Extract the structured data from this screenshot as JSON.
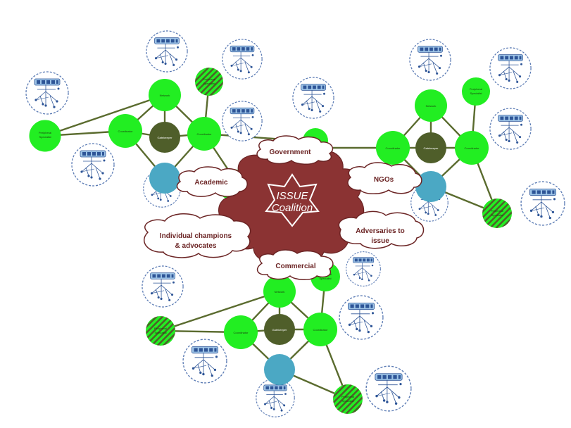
{
  "center": {
    "line1": "ISSUE",
    "line2": "Coalition",
    "fill": "#8b3333"
  },
  "clouds": {
    "government": "Government",
    "academic": "Academic",
    "ngos": "NGOs",
    "individual_line1": "Individual champions",
    "individual_line2": "& advocates",
    "adversaries_line1": "Adversaries to",
    "adversaries_line2": "issue",
    "commercial": "Commercial"
  },
  "nodes": {
    "network": "Network",
    "coordinator": "Coordinator",
    "gatekeeper": "Gatekeeper",
    "peripheral": "Peripheral",
    "specialist": "Specialist"
  },
  "colors": {
    "bright_green": "#22ee22",
    "dark_olive": "#4f5e2a",
    "teal": "#4ba8c4",
    "edge": "#5a6b2e",
    "cloud_border": "#6b2424",
    "mini_border": "#5b7bb4"
  }
}
